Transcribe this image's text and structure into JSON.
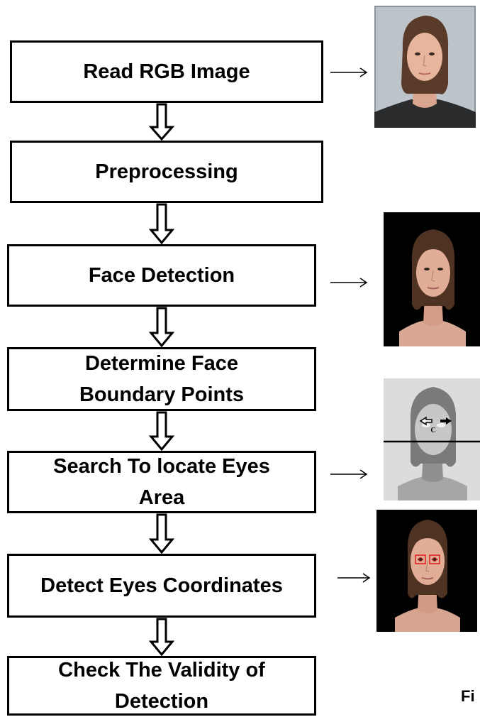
{
  "steps": [
    {
      "id": "read",
      "lines": [
        "Read RGB Image"
      ]
    },
    {
      "id": "preprocess",
      "lines": [
        "Preprocessing"
      ]
    },
    {
      "id": "face",
      "lines": [
        "Face Detection"
      ]
    },
    {
      "id": "boundary",
      "lines": [
        "Determine Face",
        "Boundary Points"
      ]
    },
    {
      "id": "search",
      "lines": [
        "Search To locate Eyes",
        "Area"
      ]
    },
    {
      "id": "coords",
      "lines": [
        "Detect Eyes Coordinates"
      ]
    },
    {
      "id": "validity",
      "lines": [
        "Check The Validity of",
        "Detection"
      ]
    }
  ],
  "thumbnails": [
    {
      "name": "original-photo",
      "step": "read",
      "style": "rgb-photo"
    },
    {
      "name": "face-detected-photo",
      "step": "face",
      "style": "black-background-face"
    },
    {
      "name": "boundary-grayscale-photo",
      "step": "search",
      "style": "grayscale-with-line",
      "marker_letter": "C"
    },
    {
      "name": "eyes-marked-photo",
      "step": "coords",
      "style": "face-with-red-eye-boxes"
    }
  ],
  "figure_label": "Fi",
  "colors": {
    "box_border": "#000000",
    "eye_marker": "#e02020"
  }
}
